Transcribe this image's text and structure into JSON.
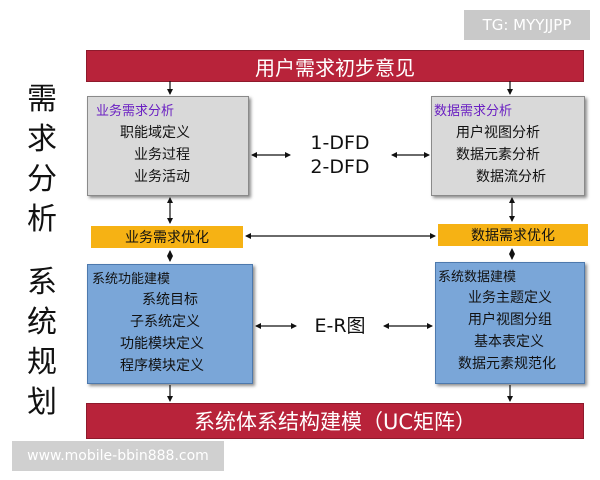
{
  "watermark_tag": "TG: MYYJJPP",
  "banner_top": "用户需求初步意见",
  "banner_bottom": "系统体系结构建模（UC矩阵）",
  "side_label_analysis": [
    "需",
    "求",
    "分",
    "析"
  ],
  "side_label_planning": [
    "系",
    "统",
    "规",
    "划"
  ],
  "box_business_analysis": {
    "title": "业务需求分析",
    "items": [
      "职能域定义",
      "业务过程",
      "业务活动"
    ]
  },
  "box_data_analysis": {
    "title": "数据需求分析",
    "items": [
      "用户视图分析",
      "数据元素分析",
      "数据流分析"
    ]
  },
  "middle_top": [
    "1-DFD",
    "2-DFD"
  ],
  "optimize_business": "业务需求优化",
  "optimize_data": "数据需求优化",
  "box_function_model": {
    "title": "系统功能建模",
    "items": [
      "系统目标",
      "子系统定义",
      "功能模块定义",
      "程序模块定义"
    ]
  },
  "box_data_model": {
    "title": "系统数据建模",
    "items": [
      "业务主题定义",
      "用户视图分组",
      "基本表定义",
      "数据元素规范化"
    ]
  },
  "middle_bottom": "E-R图",
  "website": "www.mobile-bbin888.com",
  "colors": {
    "banner": "#b8233a",
    "gray_box": "#d9d9d9",
    "blue_box": "#7aa6d8",
    "yellow_bar": "#f6b214",
    "title_purple": "#6a1fc2"
  }
}
